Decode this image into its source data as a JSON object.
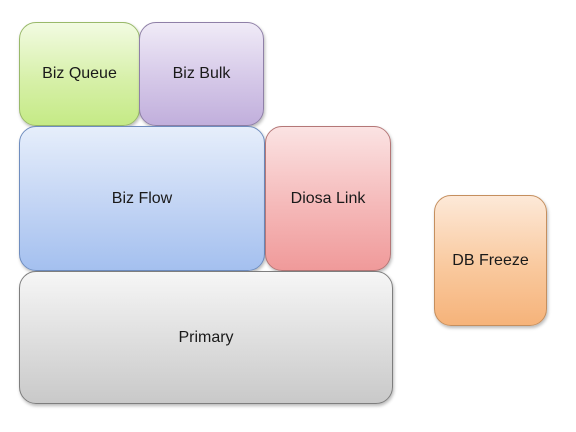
{
  "blocks": {
    "biz_queue": "Biz Queue",
    "biz_bulk": "Biz Bulk",
    "biz_flow": "Biz Flow",
    "diosa_link": "Diosa Link",
    "primary": "Primary",
    "db_freeze": "DB Freeze"
  },
  "colors": {
    "biz_queue": "#d7f0a9",
    "biz_bulk": "#d5c8e8",
    "biz_flow": "#c2d4f4",
    "diosa_link": "#f5b9b9",
    "primary": "#dddddd",
    "db_freeze": "#f9c99e"
  }
}
